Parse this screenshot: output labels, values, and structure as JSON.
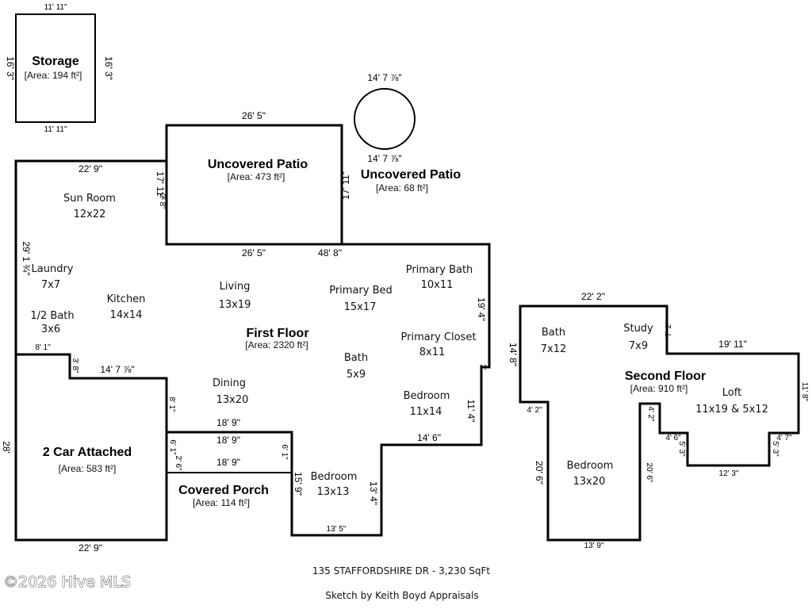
{
  "storage": {
    "title": "Storage",
    "area": "[Area: 194 ft²]",
    "dim_top": "11' 11\"",
    "dim_bottom": "11' 11\"",
    "dim_left": "16' 3\"",
    "dim_right": "16' 3\""
  },
  "patio_circle": {
    "dim_top": "14' 7 ⅞\"",
    "dim_bottom": "14' 7 ⅞\"",
    "title": "Uncovered Patio",
    "area": "[Area: 68 ft²]"
  },
  "patio_main": {
    "title": "Uncovered Patio",
    "area": "[Area: 473 ft²]",
    "dim_top": "26' 5\"",
    "dim_bottom": "26' 5\"",
    "dim_left": "17' 11\"",
    "dim_left_b": "2' 8\"",
    "dim_right": "17' 11\""
  },
  "first_floor": {
    "title": "First Floor",
    "area": "[Area: 2320 ft²]",
    "rooms": [
      {
        "name": "Sun Room",
        "size": "12x22"
      },
      {
        "name": "Laundry",
        "size": "7x7"
      },
      {
        "name": "1/2 Bath",
        "size": "3x6"
      },
      {
        "name": "Kitchen",
        "size": "14x14"
      },
      {
        "name": "Living",
        "size": "13x19"
      },
      {
        "name": "Primary Bed",
        "size": "15x17"
      },
      {
        "name": "Primary Bath",
        "size": "10x11"
      },
      {
        "name": "Primary Closet",
        "size": "8x11"
      },
      {
        "name": "Bath",
        "size": "5x9"
      },
      {
        "name": "Dining",
        "size": "13x20"
      },
      {
        "name": "Bedroom",
        "size": "11x14"
      },
      {
        "name": "Bedroom",
        "size": "13x13"
      }
    ],
    "dims": {
      "top_left": "22' 9\"",
      "top_right": "48' 8\"",
      "left": "29' 1 ¾\"",
      "right": "19' 4\"",
      "right_notch": "2'",
      "right_lower": "11' 4\"",
      "mid_step": "14' 6\"",
      "bedroom_right": "13' 4\"",
      "bedroom_bottom": "13' 5\"",
      "bedroom_left": "15' 9\"",
      "garage_notch_top": "8' 1\"",
      "garage_notch_side": "3' 8\"",
      "garage_top_right": "14' 7 ⅞\"",
      "garage_side_upper": "8' 1\"",
      "porch_top_outer": "18' 9\"",
      "porch_top_inner": "18' 9\"",
      "porch_bottom": "18' 9\"",
      "porch_left": "6' 1\"",
      "porch_left_b": "2' 6\"",
      "porch_right": "6' 1\""
    }
  },
  "garage": {
    "title": "2 Car Attached",
    "area": "[Area: 583 ft²]",
    "dim_left": "28'",
    "dim_bottom": "22' 9\""
  },
  "porch": {
    "title": "Covered Porch",
    "area": "[Area: 114 ft²]"
  },
  "second_floor": {
    "title": "Second Floor",
    "area": "[Area: 910 ft²]",
    "rooms": [
      {
        "name": "Bath",
        "size": "7x12"
      },
      {
        "name": "Study",
        "size": "7x9"
      },
      {
        "name": "Loft",
        "size": "11x19 & 5x12"
      },
      {
        "name": "Bedroom",
        "size": "13x20"
      }
    ],
    "dims": {
      "top": "22' 2\"",
      "left": "14' 8\"",
      "study_right": "7' 2\"",
      "loft_top": "19' 11\"",
      "right": "11' 8\"",
      "step_left": "4' 2\"",
      "bedroom_left": "20' 6\"",
      "bedroom_bottom": "13' 9\"",
      "bedroom_right": "20' 6\"",
      "inner_step": "4' 2\"",
      "notch_left_w": "4' 6\"",
      "notch_left_h": "5' 3\"",
      "notch_bottom": "12' 3\"",
      "notch_right_w": "4' 7\"",
      "notch_right_h": "5' 3\""
    }
  },
  "footer": {
    "address": "135 STAFFORDSHIRE DR - 3,230 SqFt",
    "credit": "Sketch by Keith Boyd Appraisals"
  },
  "watermark": "©2026 Hive MLS"
}
